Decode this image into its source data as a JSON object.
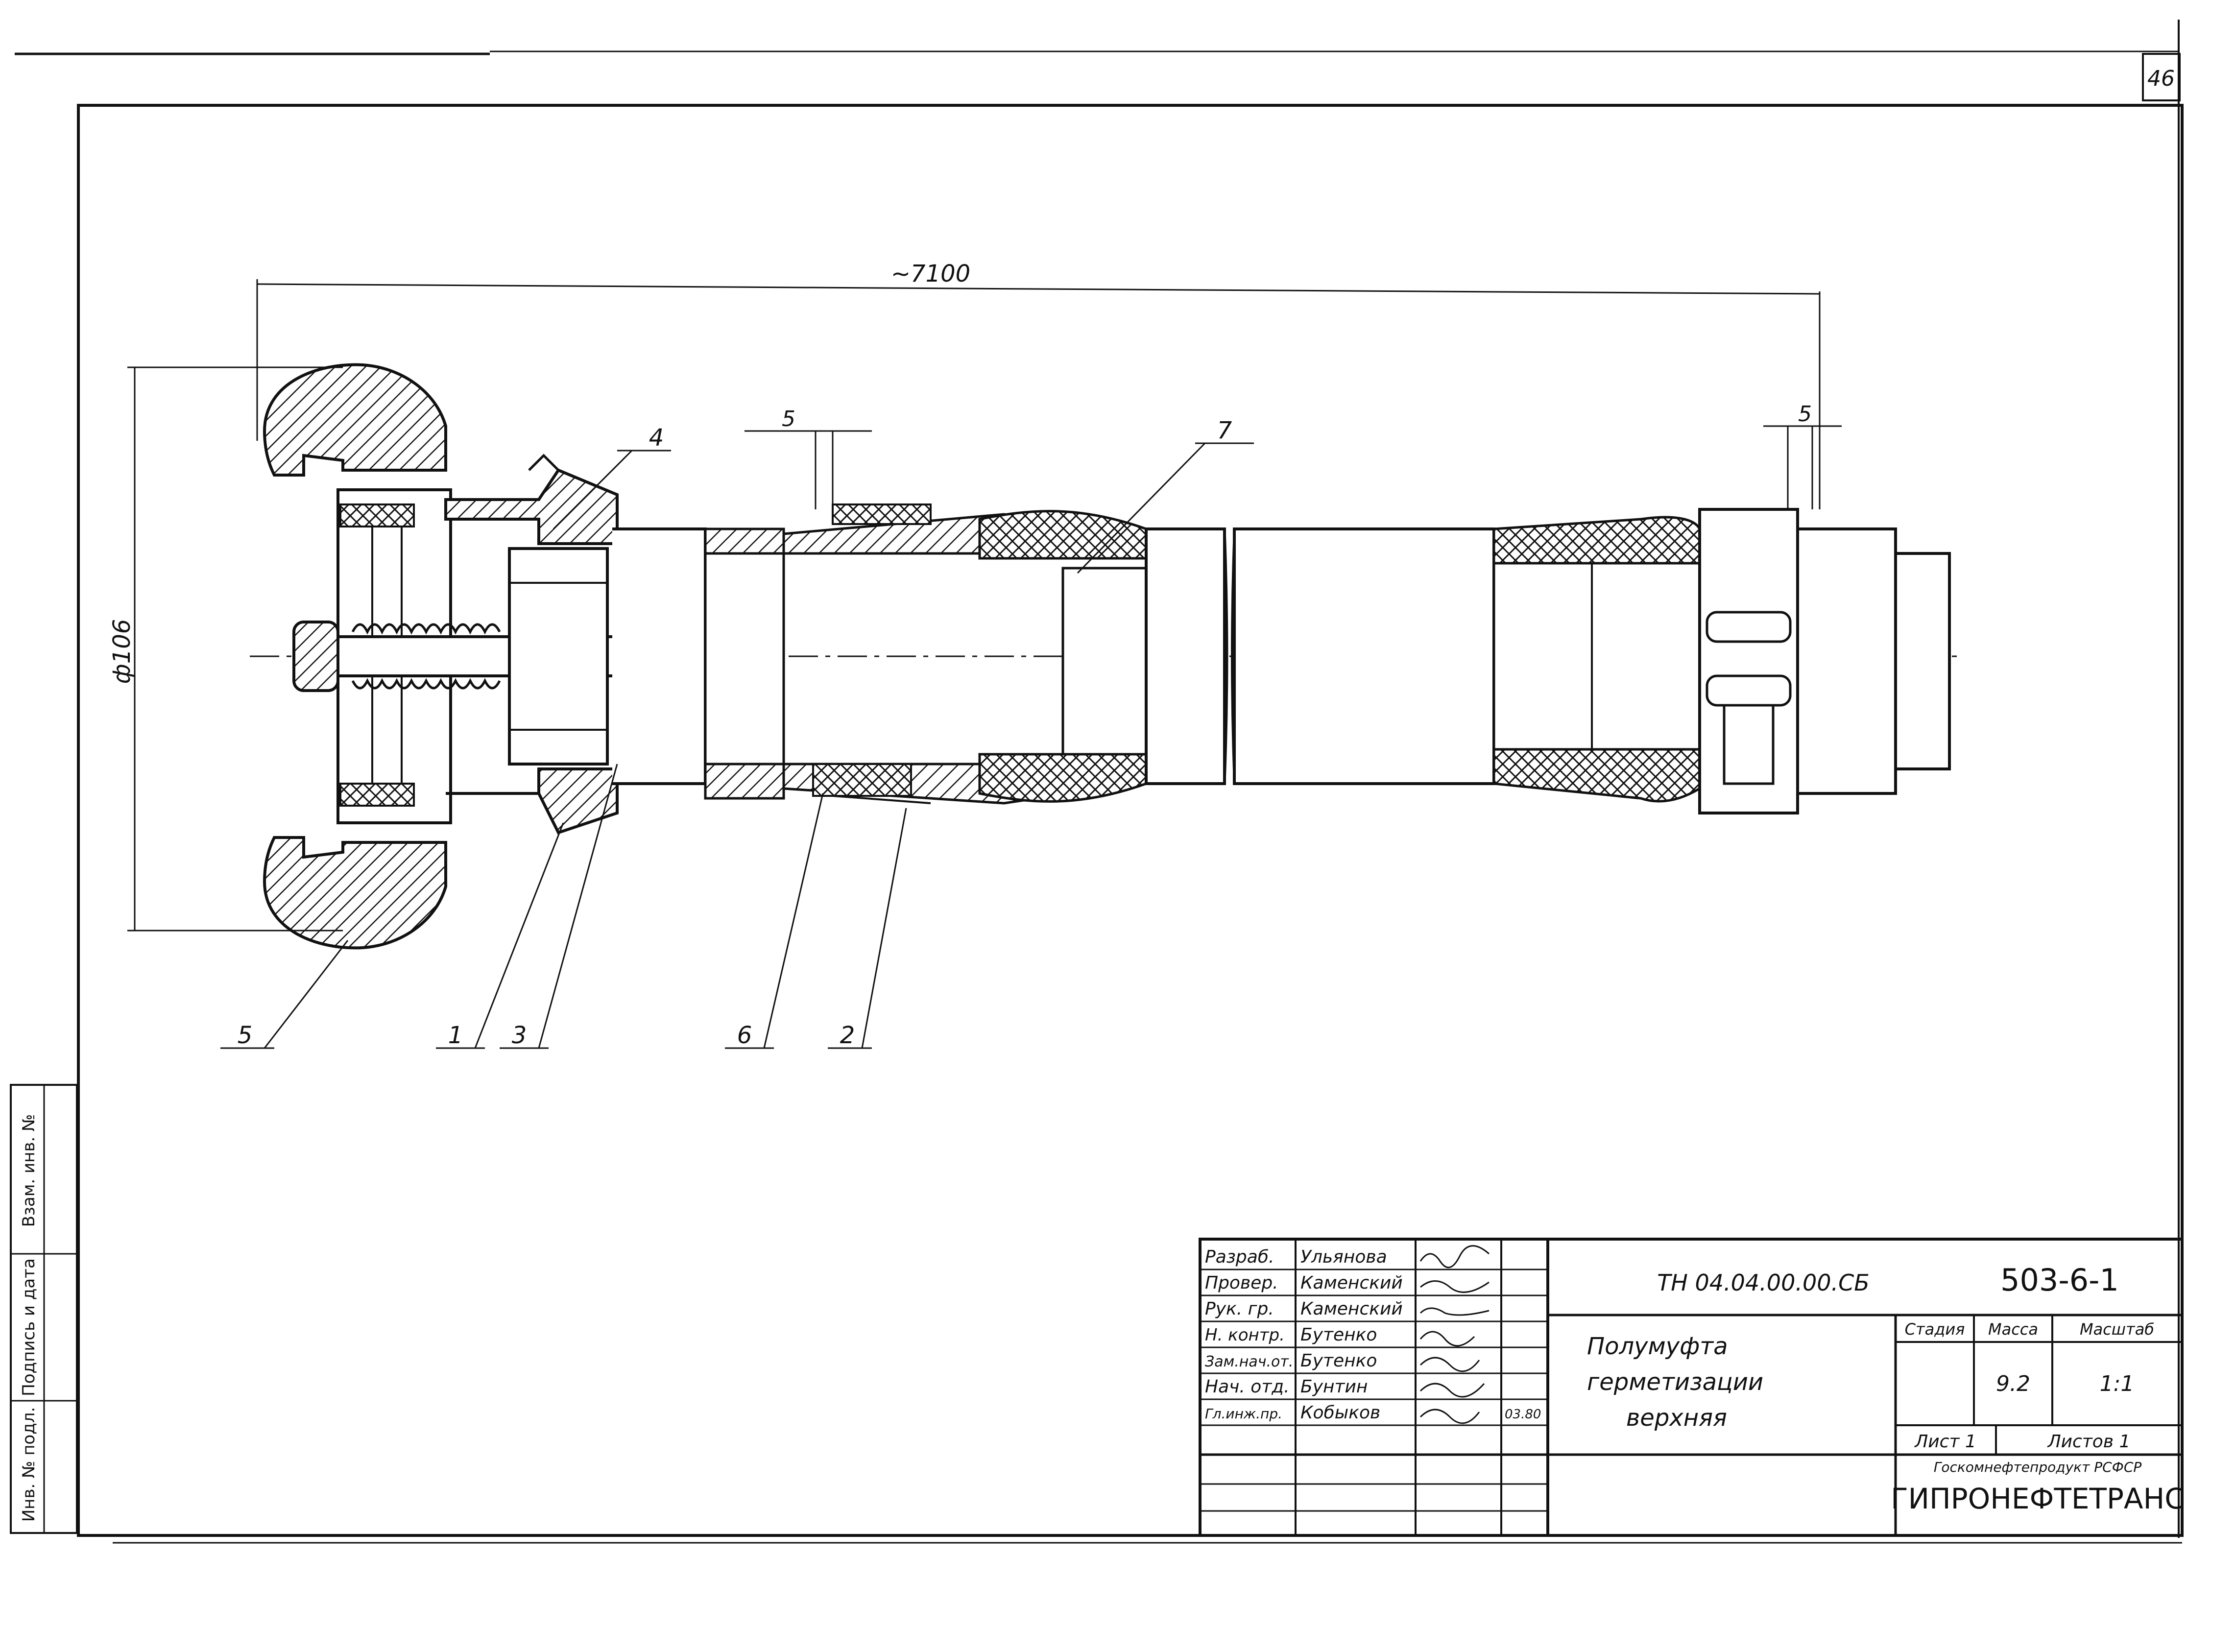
{
  "sheet": {
    "page_number": "46",
    "side_strip": [
      "Инв. № подл.",
      "Подпись и дата",
      "Взам. инв. №"
    ]
  },
  "dimensions": {
    "overall_length": "~7100",
    "diameter": "ф106",
    "offset_left": "5",
    "offset_right": "5"
  },
  "parts": [
    {
      "id": "p1",
      "label": "1"
    },
    {
      "id": "p2",
      "label": "2"
    },
    {
      "id": "p3",
      "label": "3"
    },
    {
      "id": "p4",
      "label": "4"
    },
    {
      "id": "p5",
      "label": "5"
    },
    {
      "id": "p6",
      "label": "6"
    },
    {
      "id": "p7",
      "label": "7"
    }
  ],
  "title_block": {
    "doc_code": "ТН 04.04.00.00.СБ",
    "project_code": "503-6-1",
    "title_lines": [
      "Полумуфта",
      "герметизации",
      "верхняя"
    ],
    "stage_header": "Стадия",
    "mass_header": "Масса",
    "scale_header": "Масштаб",
    "mass_value": "9.2",
    "scale_value": "1:1",
    "sheet_label": "Лист 1",
    "sheets_label": "Листов 1",
    "org_top": "Госкомнефтепродукт РСФСР",
    "org_main": "ГИПРОНЕФТЕТРАНС",
    "roles": [
      {
        "role": "Разраб.",
        "name": "Ульянова",
        "date": ""
      },
      {
        "role": "Провер.",
        "name": "Каменский",
        "date": ""
      },
      {
        "role": "Рук. гр.",
        "name": "Каменский",
        "date": ""
      },
      {
        "role": "Н. контр.",
        "name": "Бутенко",
        "date": ""
      },
      {
        "role": "Зам.нач.от.",
        "name": "Бутенко",
        "date": ""
      },
      {
        "role": "Нач. отд.",
        "name": "Бунтин",
        "date": ""
      },
      {
        "role": "Гл.инж.пр.",
        "name": "Кобыков",
        "date": "03.80"
      }
    ]
  },
  "colors": {
    "ink": "#111111",
    "paper": "#ffffff"
  }
}
